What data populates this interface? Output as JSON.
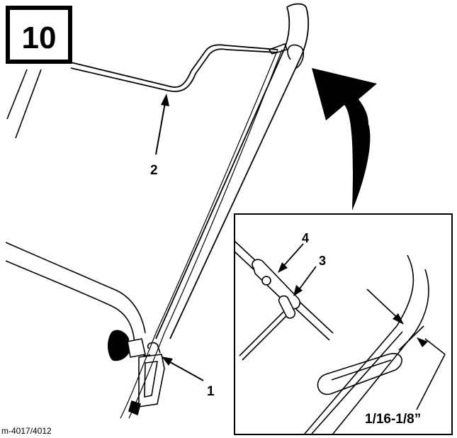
{
  "figure": {
    "step_number": "10",
    "figure_code": "m-4017/4012",
    "callouts": {
      "c1": "1",
      "c2": "2",
      "c3": "3",
      "c4": "4"
    },
    "measurement_label": "1/16-1/8”"
  }
}
